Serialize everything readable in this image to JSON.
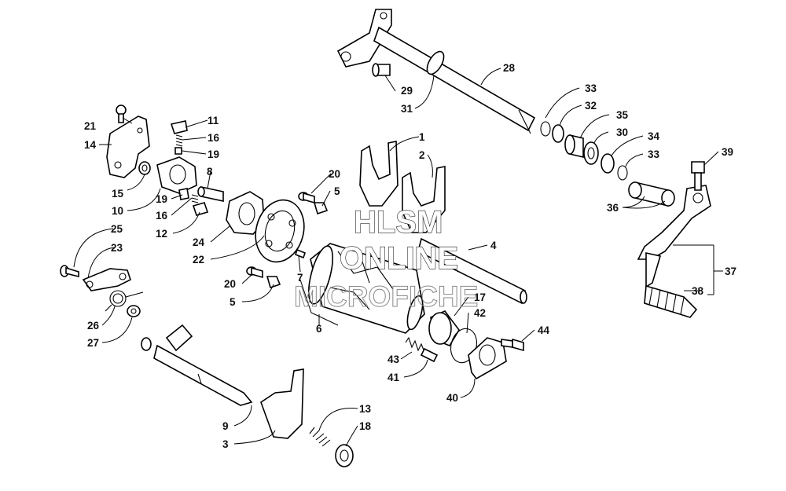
{
  "watermark": {
    "line1": "HLSM",
    "line2": "ONLINE",
    "line3": "MICROFICHE"
  },
  "labels": {
    "l1": "1",
    "l2": "2",
    "l3": "3",
    "l4": "4",
    "l5a": "5",
    "l5b": "5",
    "l6": "6",
    "l7": "7",
    "l8": "8",
    "l9": "9",
    "l10": "10",
    "l11": "11",
    "l12": "12",
    "l13": "13",
    "l14": "14",
    "l15": "15",
    "l16a": "16",
    "l16b": "16",
    "l17": "17",
    "l18": "18",
    "l19a": "19",
    "l19b": "19",
    "l20a": "20",
    "l20b": "20",
    "l21": "21",
    "l22": "22",
    "l23": "23",
    "l24": "24",
    "l25": "25",
    "l26": "26",
    "l27": "27",
    "l28": "28",
    "l29": "29",
    "l30": "30",
    "l31": "31",
    "l32": "32",
    "l33a": "33",
    "l33b": "33",
    "l34": "34",
    "l35": "35",
    "l36": "36",
    "l37": "37",
    "l38": "38",
    "l39": "39",
    "l40": "40",
    "l41": "41",
    "l42": "42",
    "l43": "43",
    "l44": "44"
  }
}
